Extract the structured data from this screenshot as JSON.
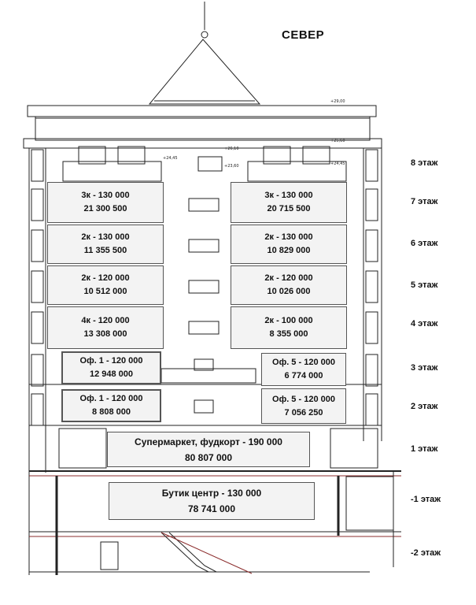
{
  "direction_label": "СЕВЕР",
  "floors": [
    {
      "label": "8 этаж"
    },
    {
      "label": "7 этаж"
    },
    {
      "label": "6 этаж"
    },
    {
      "label": "5 этаж"
    },
    {
      "label": "4 этаж"
    },
    {
      "label": "3 этаж"
    },
    {
      "label": "2 этаж"
    },
    {
      "label": "1 этаж"
    },
    {
      "label": "-1 этаж"
    },
    {
      "label": "-2 этаж"
    }
  ],
  "units": [
    {
      "name": "3к  -  130 000",
      "price": "21 300 500"
    },
    {
      "name": "3к  -  130 000",
      "price": "20 715 500"
    },
    {
      "name": "2к  -  130 000",
      "price": "11 355 500"
    },
    {
      "name": "2к  -  130 000",
      "price": "10 829 000"
    },
    {
      "name": "2к  -  120 000",
      "price": "10 512 000"
    },
    {
      "name": "2к  -  120 000",
      "price": "10 026 000"
    },
    {
      "name": "4к  -  120 000",
      "price": "13 308 000"
    },
    {
      "name": "2к  -  100 000",
      "price": "8 355 000"
    },
    {
      "name": "Оф. 1  -  120 000",
      "price": "12 948 000"
    },
    {
      "name": "Оф. 5  -  120 000",
      "price": "6 774 000"
    },
    {
      "name": "Оф. 1  -  120 000",
      "price": "8 808 000"
    },
    {
      "name": "Оф. 5  -  120 000",
      "price": "7 056 250"
    },
    {
      "name": "Супермаркет, фудкорт  -  190 000",
      "price": "80 807 000"
    },
    {
      "name": "Бутик центр  -  130 000",
      "price": "78 741 000"
    }
  ],
  "elevation_marks": [
    "+29,00",
    "+25,60",
    "+26,10",
    "+24,45",
    "+23,60",
    "+24,45"
  ]
}
